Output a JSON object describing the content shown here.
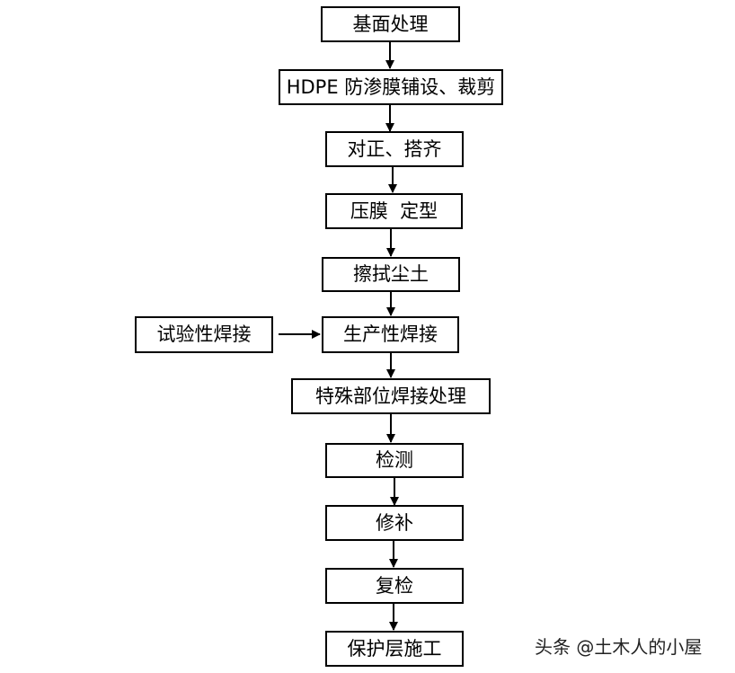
{
  "flow": {
    "steps": [
      "基面处理",
      "HDPE 防渗膜铺设、裁剪",
      "对正、搭齐",
      "压膜  定型",
      "擦拭尘土",
      "生产性焊接",
      "特殊部位焊接处理",
      "检测",
      "修补",
      "复检",
      "保护层施工"
    ],
    "side_input": "试验性焊接"
  },
  "watermark": "头条 @土木人的小屋",
  "colors": {
    "line": "#000000",
    "background": "#ffffff"
  }
}
